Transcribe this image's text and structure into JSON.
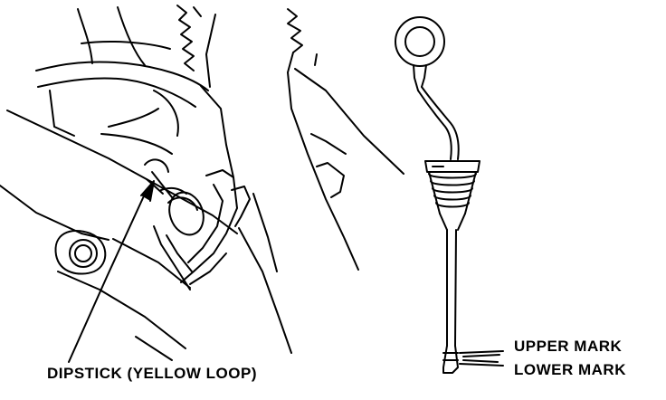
{
  "labels": {
    "dipstick": "DIPSTICK (YELLOW LOOP)",
    "upper_mark": "UPPER MARK",
    "lower_mark": "LOWER MARK"
  },
  "colors": {
    "ink": "#000000",
    "paper": "#ffffff"
  }
}
